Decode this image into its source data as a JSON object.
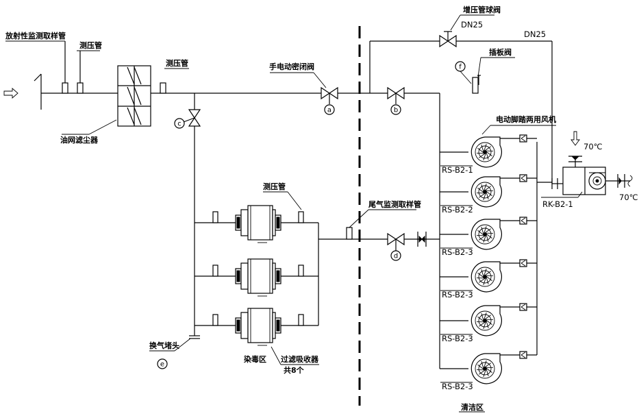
{
  "labels": {
    "radio_sampling": "放射性监测取样管",
    "pressure_tube_1": "测压管",
    "pressure_tube_2": "测压管",
    "pressure_tube_3": "测压管",
    "oil_filter": "油网滤尘器",
    "manual_electric_valve": "手电动密闭阀",
    "booster_ball_valve": "增压管球阀",
    "dn25_valve": "DN25",
    "dn25_line": "DN25",
    "plug_valve": "插板阀",
    "dual_fan": "电动脚踏两用风机",
    "exhaust_sampling": "尾气监测取样管",
    "air_exchange_head": "换气堵头",
    "contaminated_zone": "染毒区",
    "filter_absorber": "过滤吸收器",
    "filter_count": "共8个",
    "clean_zone": "清洁区",
    "temp_top": "70℃",
    "temp_right": "70℃"
  },
  "fans": [
    "RS-B2-1",
    "RS-B2-2",
    "RS-B2-3",
    "RS-B2-3",
    "RS-B2-3",
    "RS-B2-3"
  ],
  "exhaust_fan": "RK-B2-1",
  "valve_marks": {
    "a": "a",
    "b": "b",
    "c": "c",
    "d": "d",
    "e": "e",
    "f": "f"
  }
}
